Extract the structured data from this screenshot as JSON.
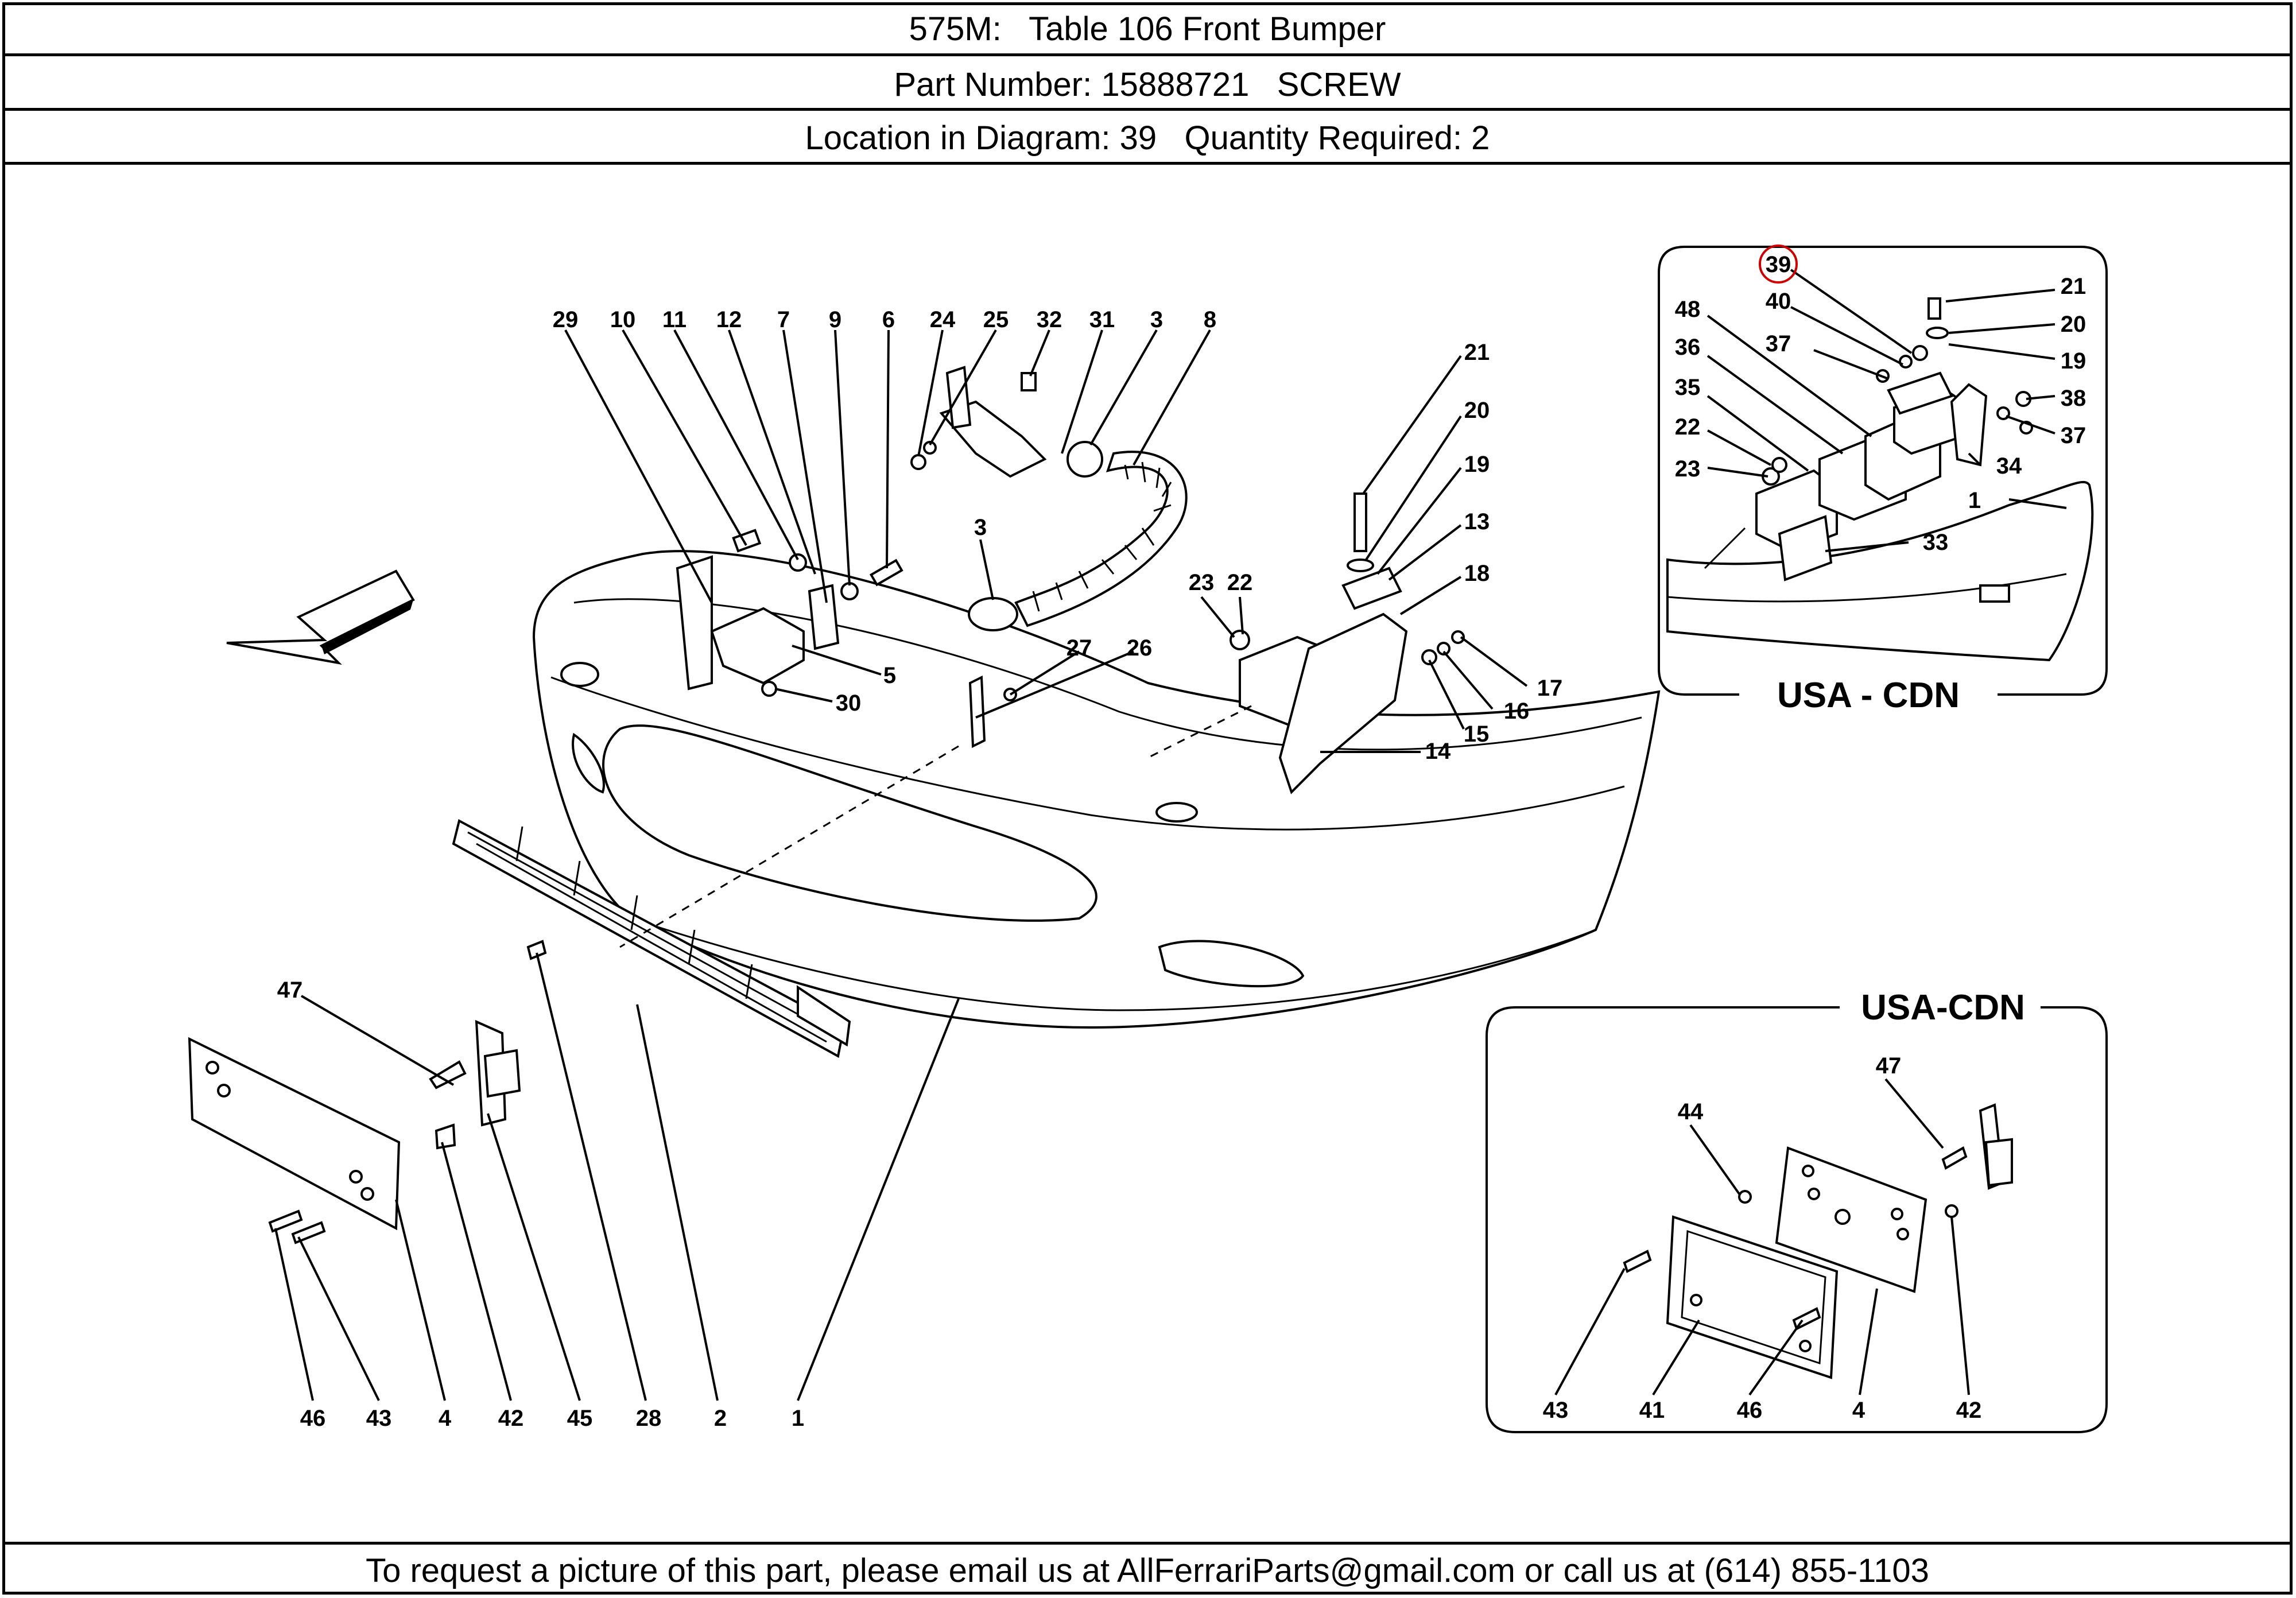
{
  "header": {
    "title_line": "575M:   Table 106 Front Bumper",
    "part_line": "Part Number: 15888721   SCREW",
    "location_line": "Location in Diagram: 39   Quantity Required: 2"
  },
  "footer": {
    "contact_line": "To request a picture of this part, please email us at AllFerrariParts@gmail.com or call us at (614) 855-1103"
  },
  "diagram": {
    "highlighted_callout": "39",
    "highlight_color": "#cc0000",
    "main_callouts": {
      "c29": "29",
      "c10": "10",
      "c11": "11",
      "c12": "12",
      "c7": "7",
      "c9": "9",
      "c6": "6",
      "c24": "24",
      "c25": "25",
      "c32": "32",
      "c31": "31",
      "c3a": "3",
      "c8": "8",
      "c3b": "3",
      "c5": "5",
      "c30": "30",
      "c27": "27",
      "c26": "26",
      "c21": "21",
      "c20": "20",
      "c19": "19",
      "c13": "13",
      "c18": "18",
      "c23": "23",
      "c22": "22",
      "c17": "17",
      "c16": "16",
      "c15": "15",
      "c14": "14",
      "c47": "47",
      "c46": "46",
      "c43": "43",
      "c4": "4",
      "c42": "42",
      "c45": "45",
      "c28": "28",
      "c2": "2",
      "c1": "1"
    },
    "inset_top": {
      "title": "USA - CDN",
      "callouts": {
        "c39": "39",
        "c40": "40",
        "c48": "48",
        "c36": "36",
        "c37a": "37",
        "c35": "35",
        "c22": "22",
        "c23": "23",
        "c21": "21",
        "c20": "20",
        "c19": "19",
        "c38": "38",
        "c37b": "37",
        "c34": "34",
        "c1": "1",
        "c33": "33"
      }
    },
    "inset_bottom": {
      "title": "USA-CDN",
      "callouts": {
        "c47": "47",
        "c44": "44",
        "c43": "43",
        "c41": "41",
        "c46": "46",
        "c4": "4",
        "c42": "42"
      }
    }
  }
}
